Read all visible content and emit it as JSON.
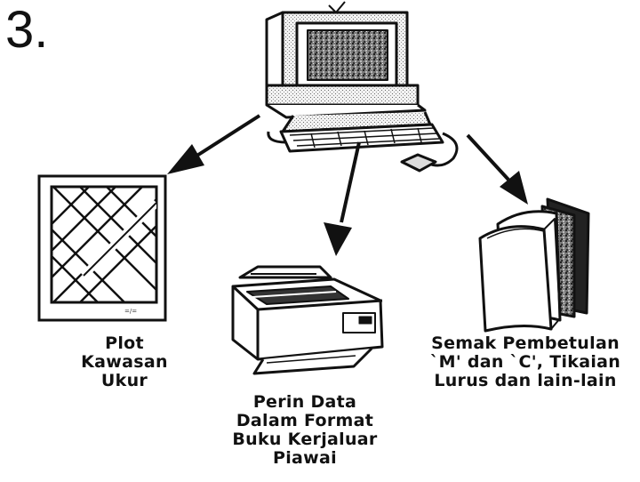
{
  "step_number": "3.",
  "nodes": {
    "plot": {
      "lines": [
        "Plot",
        "Kawasan",
        "Ukur"
      ]
    },
    "printer": {
      "lines": [
        "Perin Data",
        "Dalam Format",
        "Buku Kerjaluar",
        "Piawai"
      ]
    },
    "check": {
      "lines": [
        "Semak Pembetulan",
        "`M' dan `C', Tikaian",
        "Lurus dan lain-lain"
      ]
    }
  },
  "icons": [
    "computer-icon",
    "survey-plot-icon",
    "printer-icon",
    "book-icon"
  ],
  "colors": {
    "ink": "#111111",
    "screen": "#555555",
    "background": "#ffffff"
  }
}
